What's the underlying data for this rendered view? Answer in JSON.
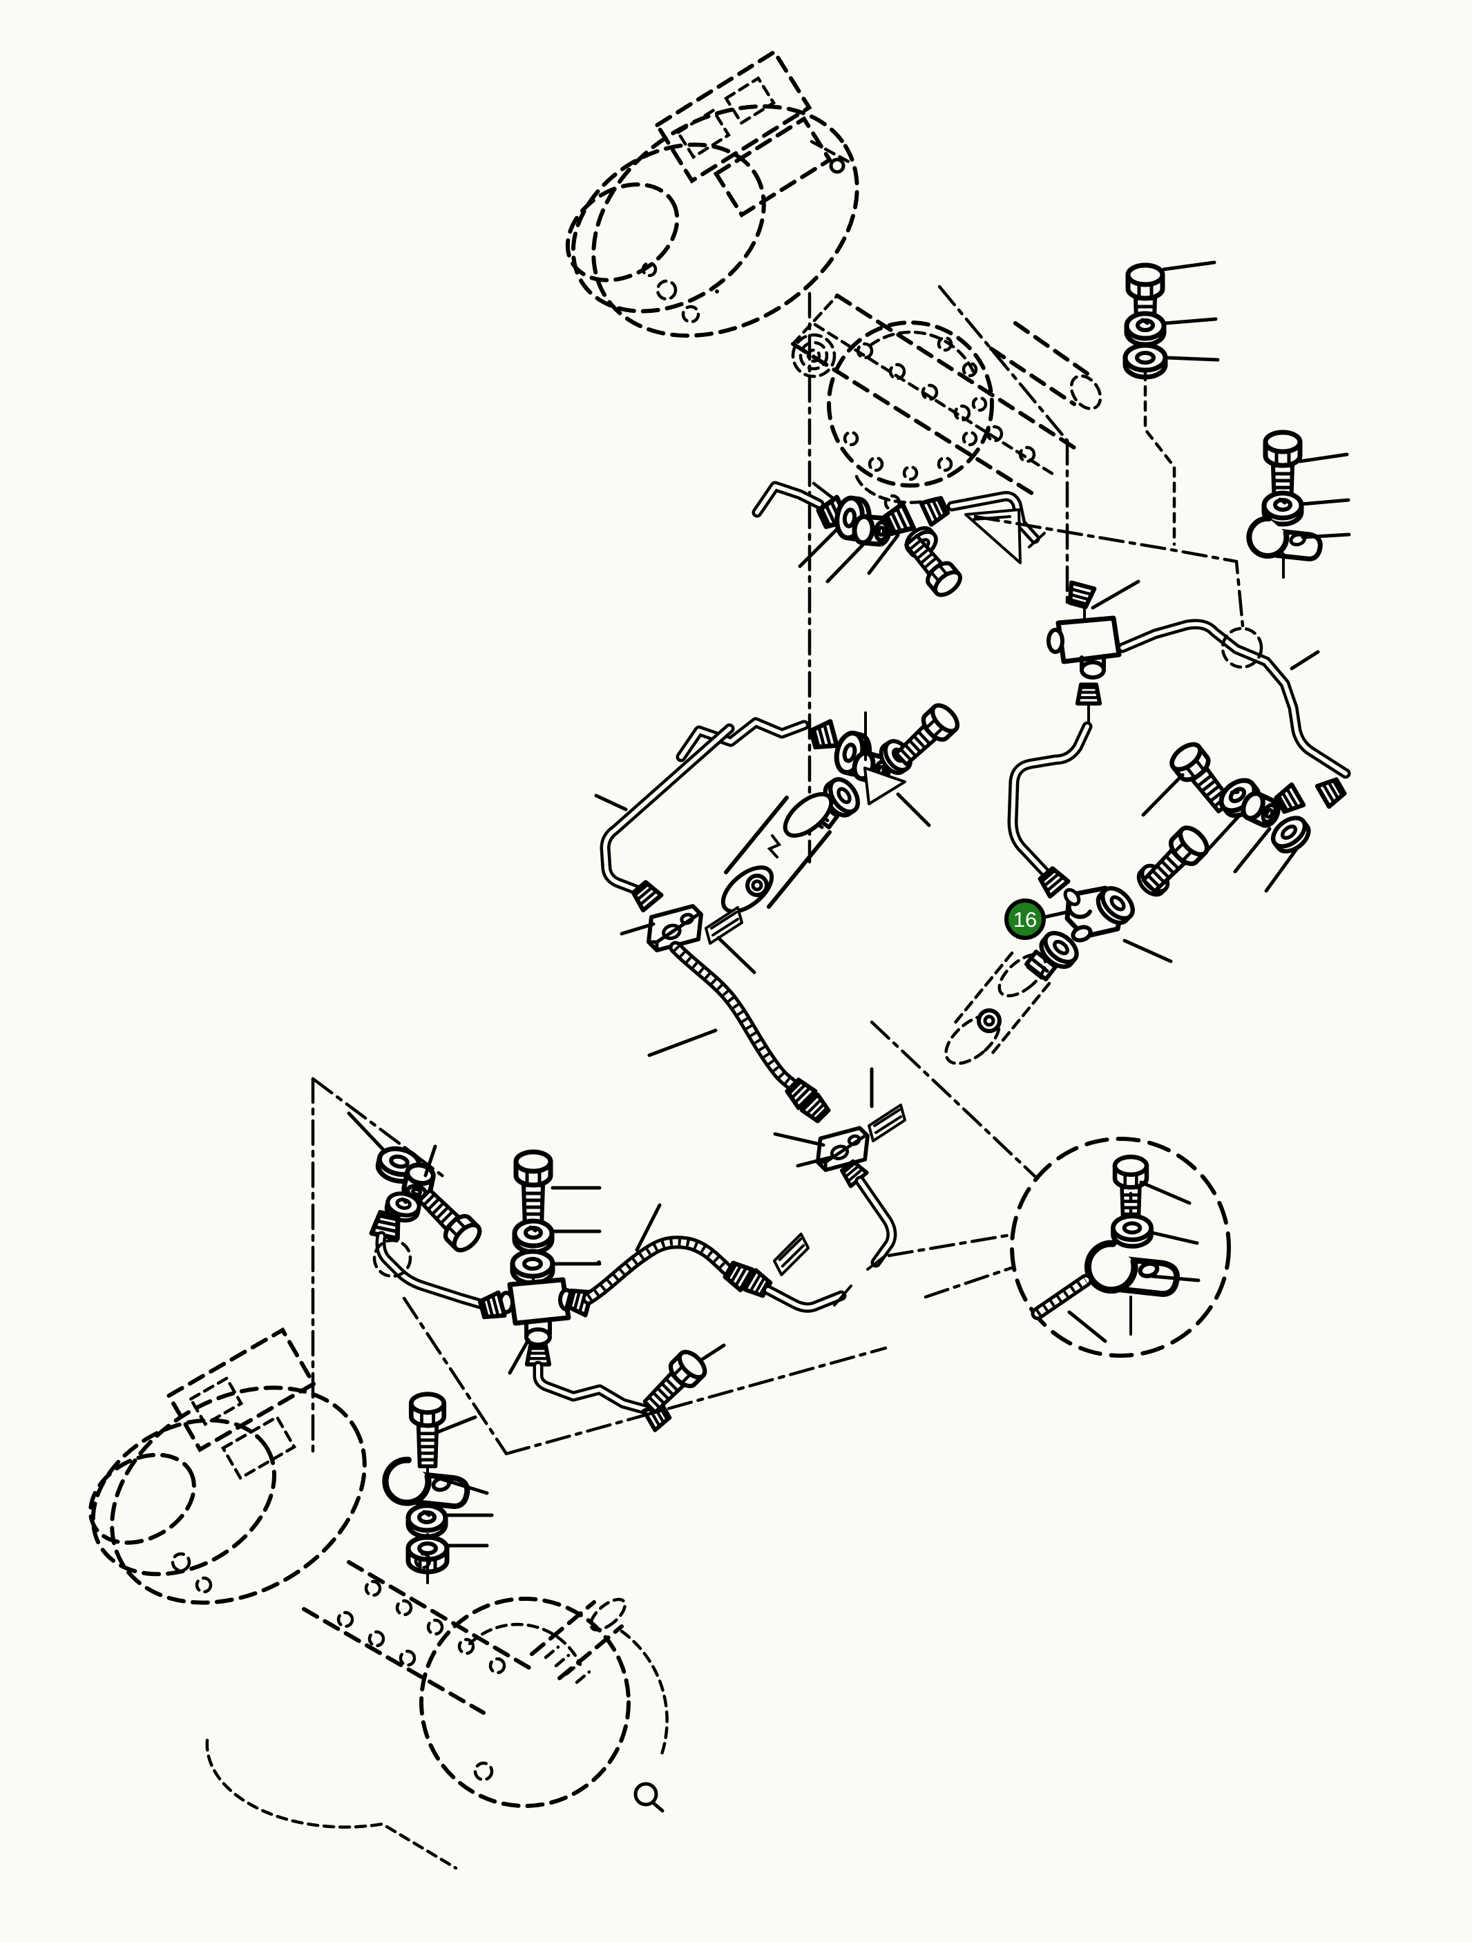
{
  "figure": {
    "kind": "exploded-parts-diagram",
    "subject": "axle-brake-piping",
    "callout": {
      "number": "16"
    },
    "colors": {
      "background": "#fbfaf5",
      "line": "#000000",
      "callout_fill": "#1f7d1f",
      "callout_stroke": "#000000",
      "callout_text": "#ffffff"
    },
    "parts": [
      "front-axle-assembly",
      "rear-axle-assembly",
      "hex-bolt",
      "spring-washer",
      "flat-washer",
      "hex-nut",
      "pipe-clamp",
      "clamp-bracket-plate",
      "hose-guard-clip",
      "banjo-union",
      "banjo-bolt",
      "tube-nut",
      "tee-union",
      "elbow-union",
      "brake-cylinder",
      "flexible-hose",
      "steel-brake-pipe",
      "detail-view-circle"
    ]
  }
}
